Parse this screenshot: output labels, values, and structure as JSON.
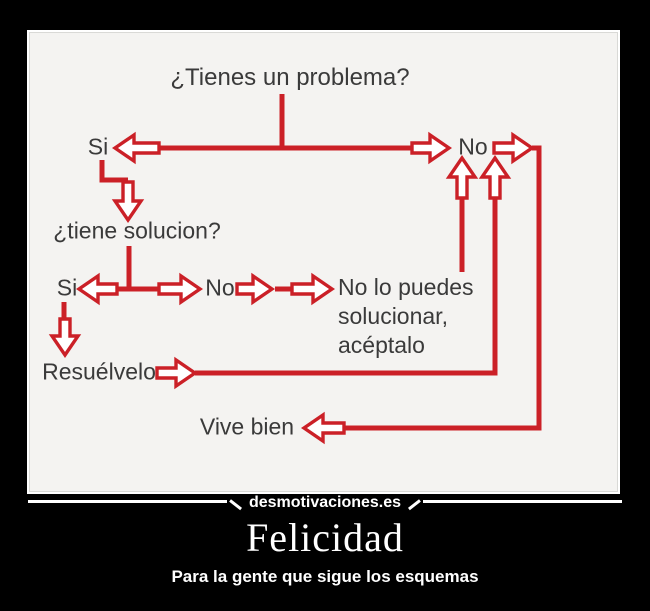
{
  "meme": {
    "title": "Felicidad",
    "subtitle": "Para la gente que sigue los esquemas",
    "watermark": "desmotivaciones.es"
  },
  "flowchart": {
    "question_top": "¿Tienes un problema?",
    "yes_top": "Si",
    "no_top": "No",
    "question_solution": "¿tiene solucion?",
    "yes_solution": "Si",
    "no_solution": "No",
    "cant_solve_lines": {
      "0": "No lo puedes",
      "1": "solucionar,",
      "2": "acéptalo"
    },
    "resolve": "Resuélvelo",
    "live_well": "Vive bien",
    "colors": {
      "arrow_red": "#cb2027",
      "text_dark": "#3a3a3a"
    }
  }
}
